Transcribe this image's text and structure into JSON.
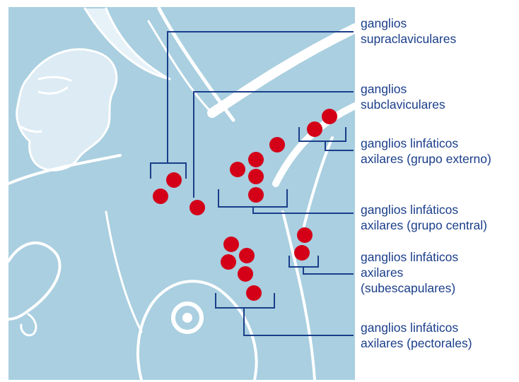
{
  "colors": {
    "background": "#a9cfe0",
    "body_outline": "#ffffff",
    "leader_lines": "#1a3e8a",
    "node_fill": "#d40018",
    "label_text": "#1a3e8a"
  },
  "labels": [
    {
      "id": "supraclaviculares",
      "lines": [
        "ganglios",
        "supraclaviculares"
      ]
    },
    {
      "id": "subclaviculares",
      "lines": [
        "ganglios",
        "subclaviculares"
      ]
    },
    {
      "id": "grupo-externo",
      "lines": [
        "ganglios linfáticos",
        "axilares (grupo externo)"
      ]
    },
    {
      "id": "grupo-central",
      "lines": [
        "ganglios linfáticos",
        "axilares (grupo central)"
      ]
    },
    {
      "id": "subescapulares",
      "lines": [
        "ganglios linfáticos",
        "axilares",
        "(subescapulares)"
      ]
    },
    {
      "id": "pectorales",
      "lines": [
        "ganglios linfáticos",
        "axilares (pectorales)"
      ]
    }
  ]
}
